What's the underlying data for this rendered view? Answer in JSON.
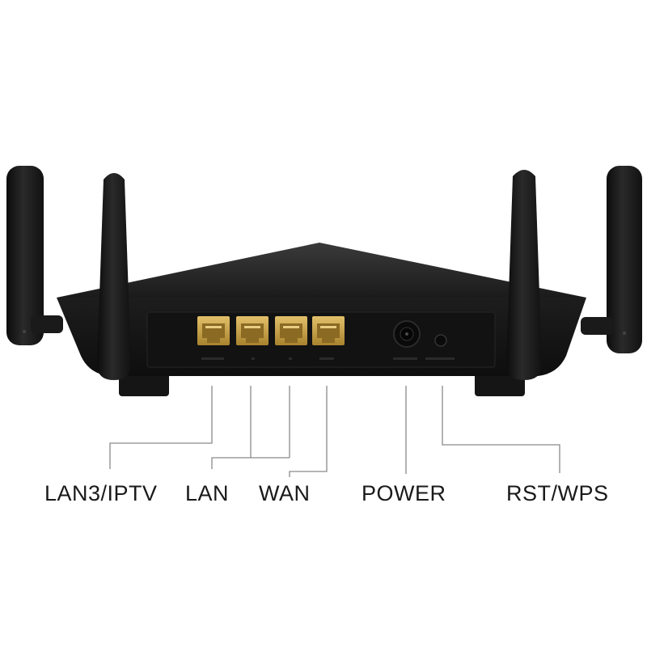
{
  "callouts": {
    "lan3_iptv": "LAN3/IPTV",
    "lan": "LAN",
    "wan": "WAN",
    "power": "POWER",
    "rst_wps": "RST/WPS"
  },
  "colors": {
    "background": "#ffffff",
    "router_body": "#1b1b1b",
    "port_gold": "#c9a24a",
    "leader_line": "#8a8a8a",
    "label_text": "#1a1a1a"
  },
  "icons": {
    "antenna": "antenna-icon",
    "ethernet_port": "ethernet-port-icon",
    "power_jack": "power-jack-icon",
    "reset_button": "reset-button-icon"
  }
}
